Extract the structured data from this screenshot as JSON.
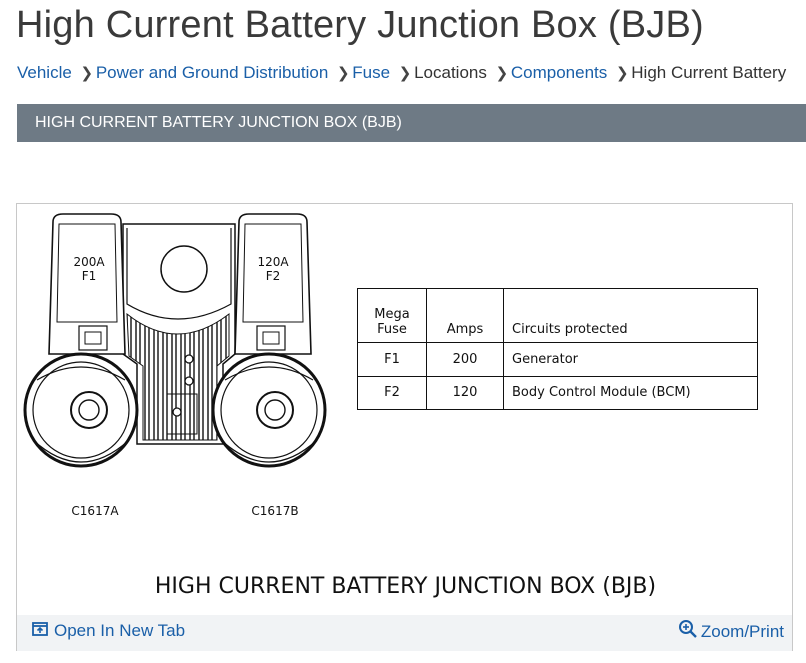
{
  "page": {
    "title": "High Current Battery Junction Box (BJB)"
  },
  "breadcrumb": [
    {
      "label": "Vehicle",
      "link": true
    },
    {
      "label": "Power and Ground Distribution",
      "link": true
    },
    {
      "label": "Fuse",
      "link": true
    },
    {
      "label": "Locations",
      "link": false
    },
    {
      "label": "Components",
      "link": true
    },
    {
      "label": "High Current Battery",
      "link": false
    }
  ],
  "section": {
    "header": "HIGH CURRENT BATTERY JUNCTION BOX (BJB)"
  },
  "figure": {
    "fuse_left": {
      "amps": "200A",
      "id": "F1",
      "connector": "C1617A"
    },
    "fuse_right": {
      "amps": "120A",
      "id": "F2",
      "connector": "C1617B"
    },
    "caption": "HIGH CURRENT BATTERY JUNCTION BOX (BJB)",
    "table": {
      "headers": {
        "fuse_line1": "Mega",
        "fuse_line2": "Fuse",
        "amps": "Amps",
        "circuits": "Circuits protected"
      },
      "rows": [
        {
          "fuse": "F1",
          "amps": "200",
          "circuit": "Generator"
        },
        {
          "fuse": "F2",
          "amps": "120",
          "circuit": "Body Control Module (BCM)"
        }
      ]
    }
  },
  "footer": {
    "open_tab_label": "Open In New Tab",
    "zoom_label": "Zoom/Print",
    "open_tab_icon": "open-new-tab-icon",
    "zoom_icon": "magnifier-plus-icon",
    "link_color": "#1a5fa8"
  },
  "colors": {
    "header_bg": "#6e7a85",
    "footer_bg": "#f1f3f5"
  }
}
